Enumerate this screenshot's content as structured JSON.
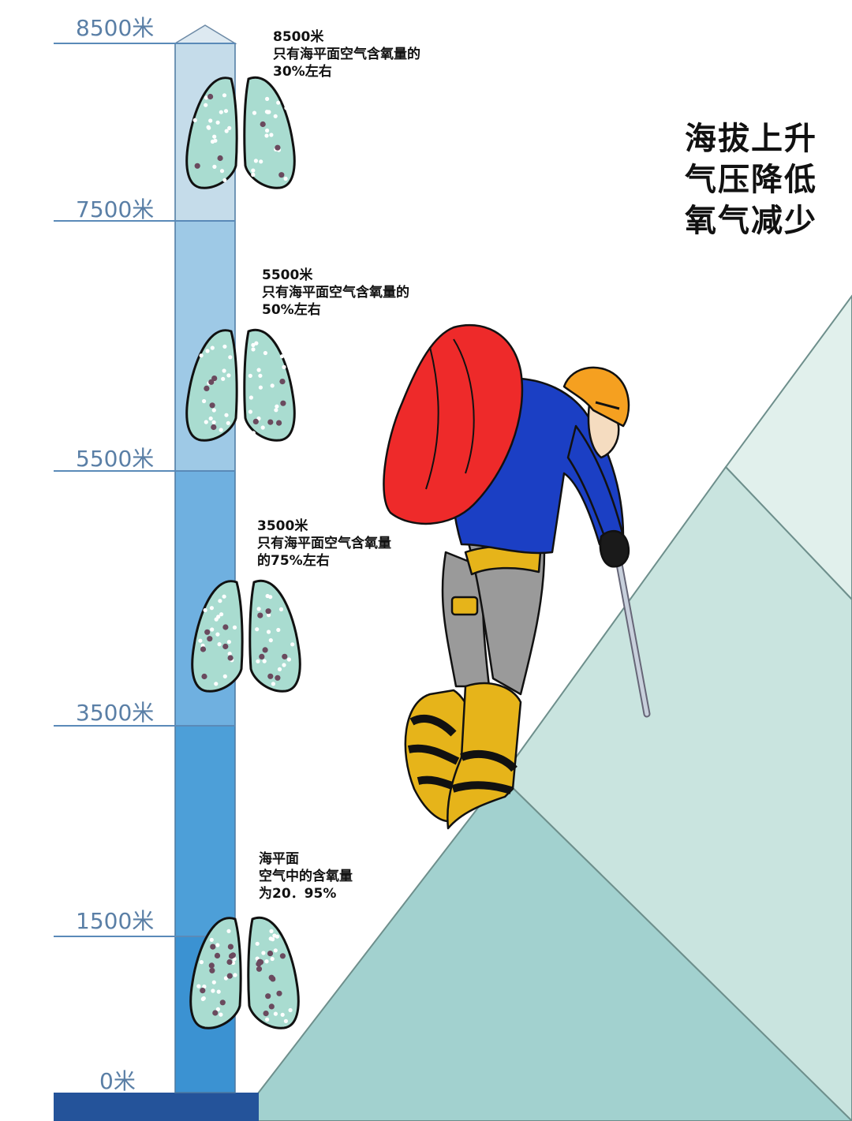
{
  "scale": {
    "ticks": [
      "8500米",
      "7500米",
      "5500米",
      "3500米",
      "1500米",
      "0米"
    ]
  },
  "annotations": [
    {
      "lines": [
        "8500米",
        "只有海平面空气含氧量的",
        "30%左右"
      ]
    },
    {
      "lines": [
        "5500米",
        "只有海平面空气含氧量的",
        "50%左右"
      ]
    },
    {
      "lines": [
        "3500米",
        "只有海平面空气含氧量",
        "的75%左右"
      ]
    },
    {
      "lines": [
        "海平面",
        "空气中的含氧量",
        "为20．95%"
      ]
    }
  ],
  "slogan": [
    "海拔上升",
    "气压降低",
    "氧气减少"
  ],
  "colors": {
    "column_top": "#c5dcea",
    "column_upper": "#9ec9e6",
    "column_mid": "#6fb0e0",
    "column_low": "#4d9fd8",
    "column_bottom": "#3b92d2",
    "mountain_front": "#a2d1cf",
    "mountain_back": "#c9e4df",
    "mountain_far": "#e1f0ec",
    "lung_fill": "#a9dcd0",
    "backpack": "#ee2a2a",
    "jacket": "#1b3fc4",
    "helmet": "#f5a020",
    "pants": "#9a9a9a",
    "boots": "#e6b41a"
  }
}
